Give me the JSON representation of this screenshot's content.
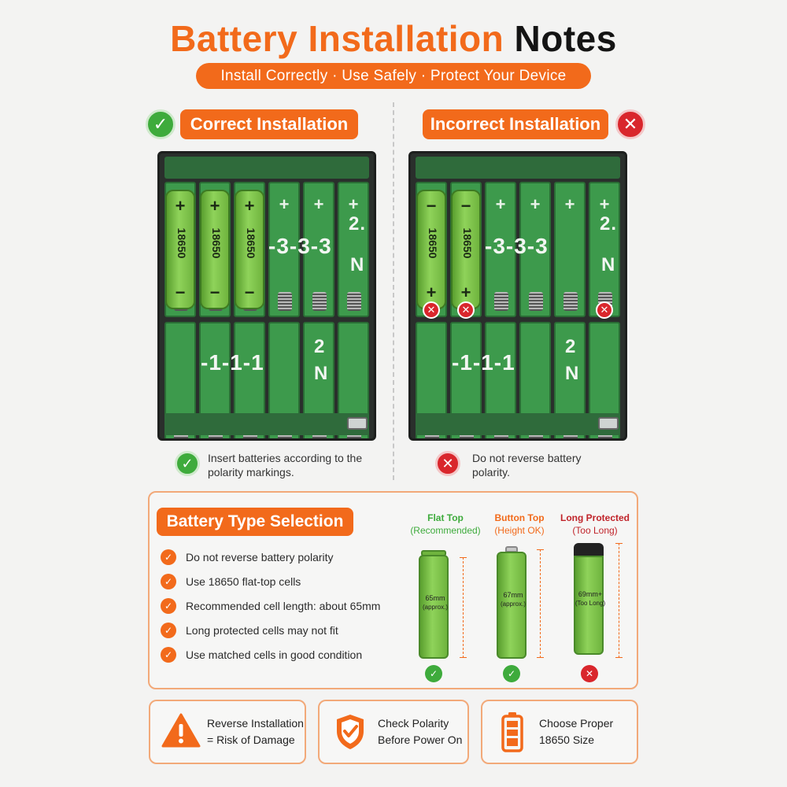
{
  "header": {
    "title_part1": "Battery Installation",
    "title_part2": "Notes",
    "tagline": "Install Correctly · Use Safely · Protect Your Device"
  },
  "correct": {
    "label": "Correct Installation",
    "icon": "check-icon",
    "cell_label": "18650",
    "note": "Insert batteries according to the polarity markings."
  },
  "incorrect": {
    "label": "Incorrect Installation",
    "icon": "x-icon",
    "cell_label": "18650",
    "note": "Do not reverse battery polarity."
  },
  "box_markings": {
    "plus": "+",
    "minus": "−",
    "three": "-3-3-3",
    "one": "-1-1-1",
    "two_a": "2.",
    "two_b": "N",
    "two_c": "2",
    "two_d": "N"
  },
  "selection": {
    "title": "Battery Type Selection",
    "rules": [
      "Do not reverse battery polarity",
      "Use 18650 flat-top cells",
      "Recommended cell length: about 65mm",
      "Long protected cells may not fit",
      "Use matched cells in good condition"
    ],
    "types": [
      {
        "name": "Flat Top",
        "note": "(Recommended)",
        "length": "65mm",
        "length_note": "(approx.)",
        "color": "#3eab3c",
        "ok": true
      },
      {
        "name": "Button Top",
        "note": "(Height OK)",
        "length": "67mm",
        "length_note": "(approx.)",
        "color": "#f26a1b",
        "ok": true
      },
      {
        "name": "Long Protected",
        "note": "(Too Long)",
        "length": "69mm+",
        "length_note": "(Too Long)",
        "color": "#c0242a",
        "ok": false
      }
    ]
  },
  "cards": [
    {
      "line1": "Reverse Installation",
      "line2": "= Risk of Damage",
      "icon": "warning-icon"
    },
    {
      "line1": "Check Polarity",
      "line2": "Before Power On",
      "icon": "shield-check-icon"
    },
    {
      "line1": "Choose Proper",
      "line2": "18650 Size",
      "icon": "battery-icon"
    }
  ],
  "colors": {
    "accent": "#f26a1b",
    "ok": "#3eab3c",
    "bad": "#d9262c"
  }
}
